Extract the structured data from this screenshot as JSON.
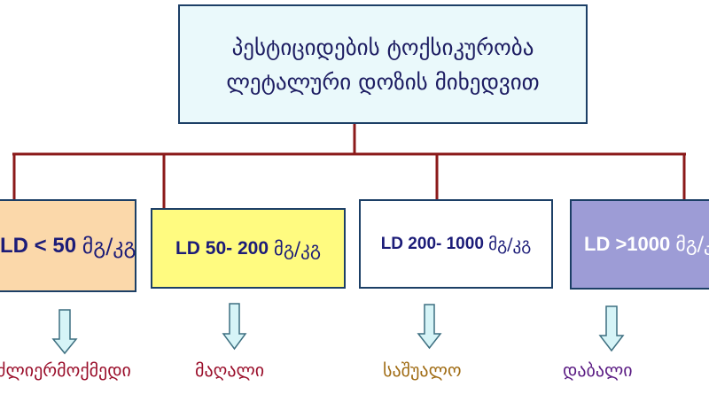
{
  "title": {
    "line1": "პესტიციდების ტოქსიკურობა",
    "line2": "ლეტალური დოზის მიხედვით"
  },
  "classes": [
    {
      "range": "LD < 50",
      "unit": "მგ/კგ",
      "level": "ძლიერმოქმედი"
    },
    {
      "range": "LD  50- 200",
      "unit": "მგ/კგ",
      "level": "მაღალი"
    },
    {
      "range": "LD  200- 1000",
      "unit": "მგ/კგ",
      "level": "საშუალო"
    },
    {
      "range": "LD >1000",
      "unit": "მგ/კგ",
      "level": "დაბალი"
    }
  ],
  "colors": {
    "connector": "#8b1a1a",
    "arrow_fill": "#d6f4f7",
    "arrow_stroke": "#3d6f80",
    "border": "#1c3f66"
  }
}
